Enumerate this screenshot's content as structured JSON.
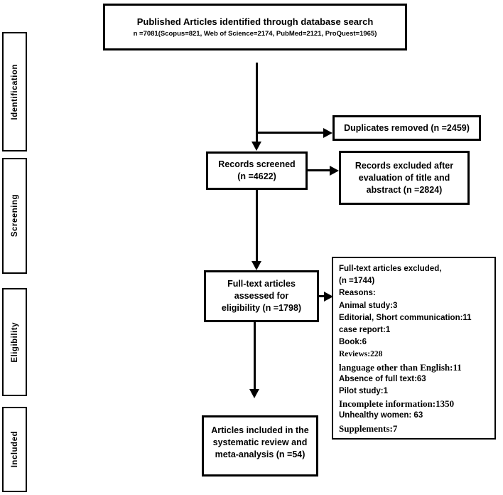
{
  "stages": [
    "Identification",
    "Screening",
    "Eligibility",
    "Included"
  ],
  "boxes": {
    "identified": {
      "line1": "Published Articles identified through database search",
      "line2": "n =7081(Scopus=821, Web of Science=2174, PubMed=2121, ProQuest=1965)"
    },
    "duplicates_removed": {
      "text": "Duplicates removed (n =2459)"
    },
    "records_screened": {
      "line1": "Records screened",
      "line2": "(n =4622)"
    },
    "records_excluded": {
      "line1": "Records excluded after",
      "line2": "evaluation of title and",
      "line3": "abstract (n =2824)"
    },
    "fulltext_assessed": {
      "line1": "Full-text articles",
      "line2": "assessed for",
      "line3": "eligibility (n =1798)"
    },
    "fulltext_excluded": {
      "lines": [
        "Full-text articles excluded,",
        " (n =1744)",
        "Reasons:",
        "Animal study:3",
        "Editorial, Short communication:11",
        "case report:1",
        "Book:6",
        "Reviews:228",
        "language other than English:11",
        "Absence of full text:63",
        "Pilot study:1",
        "Incomplete information:1350",
        "Unhealthy women: 63",
        "Supplements:7"
      ]
    },
    "included": {
      "line1": "Articles included in the",
      "line2": "systematic review and",
      "line3": "meta-analysis (n =54)"
    }
  },
  "colors": {
    "ink": "#000000",
    "background": "#ffffff"
  }
}
